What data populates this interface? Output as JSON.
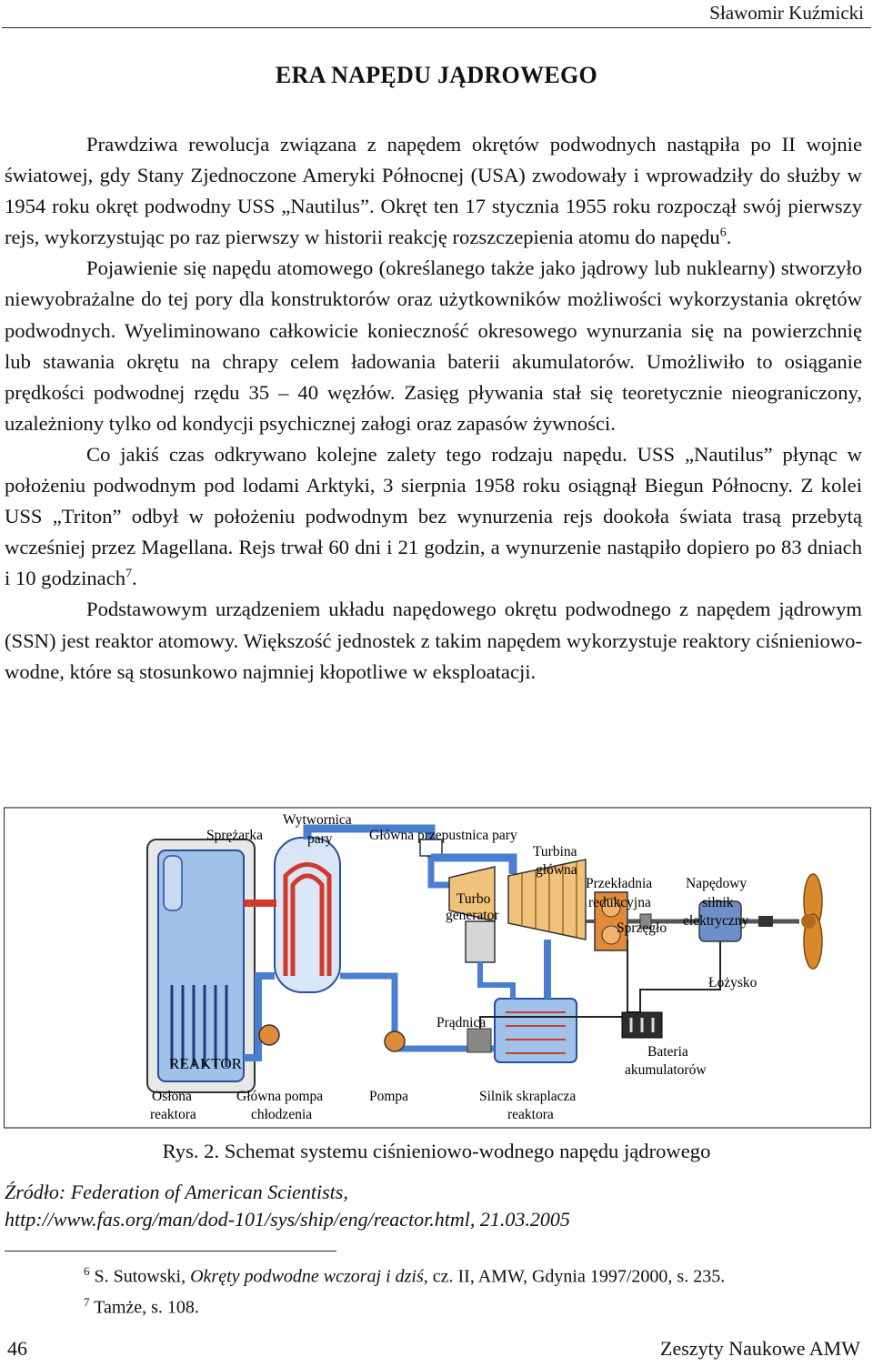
{
  "header": {
    "author": "Sławomir Kuźmicki"
  },
  "title": "ERA NAPĘDU JĄDROWEGO",
  "paragraphs": [
    {
      "text": "Prawdziwa rewolucja związana z napędem okrętów podwodnych nastąpiła po II wojnie światowej, gdy Stany Zjednoczone Ameryki Północnej (USA) zwodowały i wprowadziły do służby w 1954 roku okręt podwodny USS „Nautilus”. Okręt ten 17 stycznia 1955 roku rozpoczął swój pierwszy rejs, wykorzystując po raz pierwszy w historii reakcję rozszczepienia atomu do napędu",
      "footnote_ref": "6",
      "tail": "."
    },
    {
      "text": "Pojawienie się napędu atomowego (określanego także jako jądrowy lub nuklearny) stworzyło niewyobrażalne do tej pory dla konstruktorów oraz użytkowników możliwości wykorzystania okrętów podwodnych. Wyeliminowano całkowicie konieczność okresowego wynurzania się na powierzchnię lub stawania okrętu na chrapy celem ładowania baterii akumulatorów. Umożliwiło to osiąganie prędkości podwodnej rzędu 35 – 40 węzłów. Zasięg pływania stał się teoretycznie nieograniczony, uzależniony tylko od kondycji psychicznej załogi oraz zapasów żywności.",
      "footnote_ref": "",
      "tail": ""
    },
    {
      "text": "Co jakiś czas odkrywano kolejne zalety tego rodzaju napędu. USS „Nautilus” płynąc w położeniu podwodnym pod lodami Arktyki, 3 sierpnia 1958 roku osiągnął Biegun Północny. Z kolei USS „Triton” odbył w położeniu podwodnym bez wynurzenia rejs dookoła świata trasą przebytą wcześniej przez Magellana. Rejs trwał 60 dni i 21 godzin, a wynurzenie nastąpiło dopiero po 83 dniach i 10 godzinach",
      "footnote_ref": "7",
      "tail": "."
    },
    {
      "text": "Podstawowym urządzeniem układu napędowego okrętu podwodnego z napędem jądrowym (SSN) jest reaktor atomowy. Większość jednostek z takim napędem wykorzystuje reaktory ciśnieniowo-wodne, które są stosunkowo najmniej kłopotliwe w eksploatacji.",
      "footnote_ref": "",
      "tail": ""
    }
  ],
  "figure": {
    "labels": {
      "sprezarka": "Sprężarka",
      "wytwornica_1": "Wytwornica",
      "wytwornica_2": "pary",
      "przepustnica": "Główna przepustnica pary",
      "turbina_1": "Turbina",
      "turbina_2": "główna",
      "turbo_1": "Turbo",
      "turbo_2": "generator",
      "przekladnia_1": "Przekładnia",
      "przekladnia_2": "redukcyjna",
      "sprzeglo": "Sprzęgło",
      "silnik_1": "Napędowy",
      "silnik_2": "silnik",
      "silnik_3": "elektryczny",
      "lozysko": "Łożysko",
      "pradnica": "Prądnica",
      "bateria_1": "Bateria",
      "bateria_2": "akumulatorów",
      "reaktor": "REAKTOR",
      "oslona_1": "Osłona",
      "oslona_2": "reaktora",
      "pompa_glowna_1": "Główna pompa",
      "pompa_glowna_2": "chłodzenia",
      "pompa": "Pompa",
      "skraplacz_1": "Silnik skraplacza",
      "skraplacz_2": "reaktora"
    },
    "colors": {
      "pipe_blue": "#4a7fd0",
      "pipe_red": "#d03a2a",
      "machine_orange": "#e08a3a",
      "dark": "#222222"
    }
  },
  "caption": "Rys. 2. Schemat systemu ciśnieniowo-wodnego napędu jądrowego",
  "source": {
    "line1": "Źródło: Federation of American Scientists,",
    "line2": "http://www.fas.org/man/dod-101/sys/ship/eng/reactor.html, 21.03.2005"
  },
  "footnotes": [
    {
      "num": "6",
      "pre": "S. Sutowski, ",
      "italic": "Okręty podwodne wczoraj i dziś",
      "post": ", cz. II, AMW, Gdynia 1997/2000, s. 235."
    },
    {
      "num": "7",
      "pre": "Tamże, s. 108.",
      "italic": "",
      "post": ""
    }
  ],
  "footer": {
    "page_number": "46",
    "journal": "Zeszyty Naukowe AMW"
  }
}
